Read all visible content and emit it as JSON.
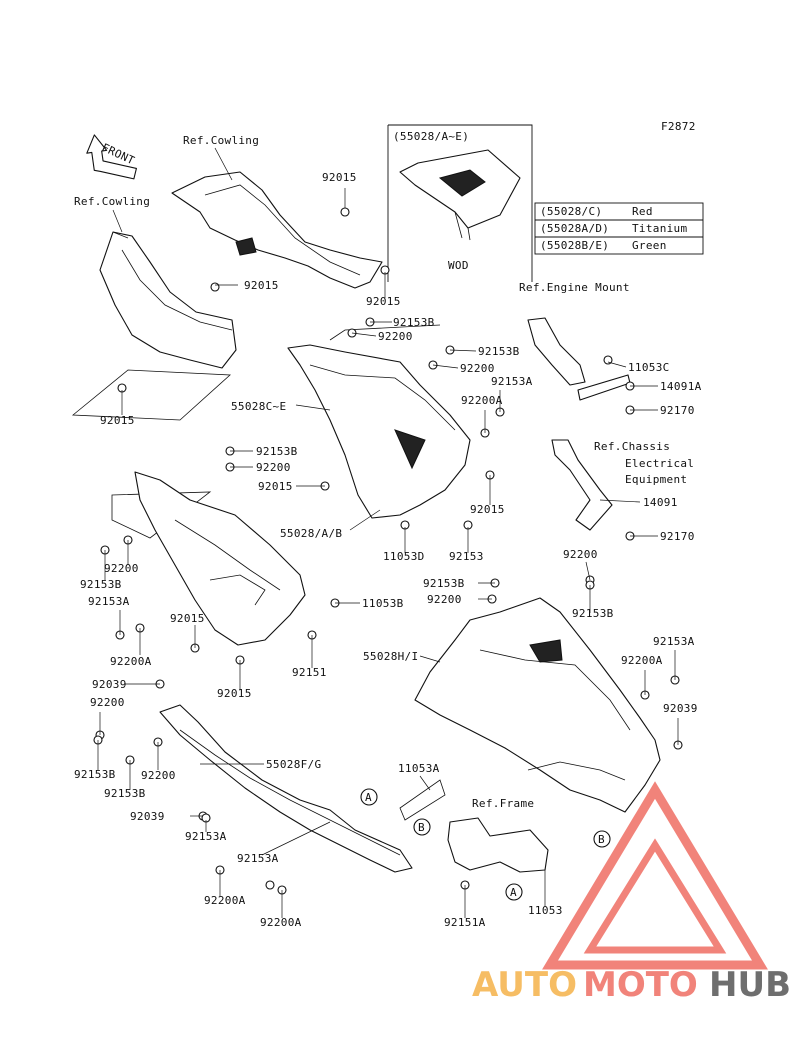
{
  "figure_code": "F2872",
  "front_label": "FRONT",
  "ref_labels": {
    "cowling_upper": "Ref.Cowling",
    "cowling_left": "Ref.Cowling",
    "engine_mount": "Ref.Engine Mount",
    "chassis_line1": "Ref.Chassis",
    "chassis_line2": "Electrical",
    "chassis_line3": "Equipment",
    "frame": "Ref.Frame"
  },
  "inset": {
    "title": "(55028/A~E)",
    "note": "WOD"
  },
  "color_table": [
    {
      "code": "(55028/C)",
      "color": "Red"
    },
    {
      "code": "(55028A/D)",
      "color": "Titanium"
    },
    {
      "code": "(55028B/E)",
      "color": "Green"
    }
  ],
  "part_numbers": {
    "p92015_top": "92015",
    "p92015_top2": "92015",
    "p92015_left1": "92015",
    "p92015_left2": "92015",
    "p92015_mid": "92015",
    "p92015_mid2": "92015",
    "p92015_lower": "92015",
    "p92015_lower2": "92015",
    "p92153B_a": "92153B",
    "p92200_a": "92200",
    "p92153B_b": "92153B",
    "p92200_b": "92200",
    "p92153A_a": "92153A",
    "p92200A_a": "92200A",
    "p55028C_E": "55028C~E",
    "p11053C": "11053C",
    "p14091A": "14091A",
    "p92170_a": "92170",
    "p14091": "14091",
    "p92170_b": "92170",
    "p92153B_c": "92153B",
    "p92200_c": "92200",
    "p55028A_B": "55028/A/B",
    "p11053D": "11053D",
    "p92153": "92153",
    "p92200_d": "92200",
    "p92153B_d": "92153B",
    "p92153A_b": "92153A",
    "p92200A_b": "92200A",
    "p11053B": "11053B",
    "p92151": "92151",
    "p92153B_e": "92153B",
    "p92200_e": "92200",
    "p92200_f": "92200",
    "p92153B_f": "92153B",
    "p55028H_I": "55028H/I",
    "p92153A_c": "92153A",
    "p92200A_c": "92200A",
    "p92039_a": "92039",
    "p92039_b": "92039",
    "p92200_g": "92200",
    "p92153B_g": "92153B",
    "p92200_h": "92200",
    "p92153B_h": "92153B",
    "p55028F_G": "55028F/G",
    "p92039_c": "92039",
    "p92153A_d": "92153A",
    "p92153A_e": "92153A",
    "p92200A_d": "92200A",
    "p92200A_e": "92200A",
    "p11053A": "11053A",
    "p92151A": "92151A",
    "p11053": "11053"
  },
  "callouts": {
    "a1": "A",
    "a2": "A",
    "b1": "B",
    "b2": "B"
  },
  "watermark": {
    "part1": "AUTO",
    "part2": "MOTO",
    "part3": "HUB",
    "color1": "#f5b24a",
    "color2": "#ef6e63",
    "color3": "#555555"
  }
}
